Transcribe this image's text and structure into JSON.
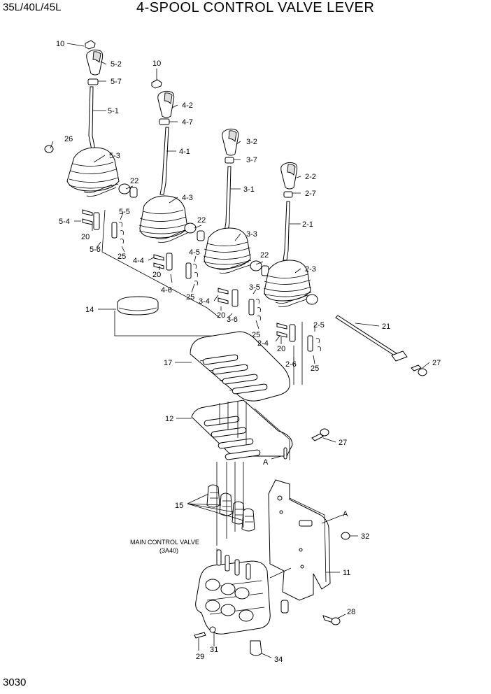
{
  "header": {
    "model": "35L/40L/45L",
    "title": "4-SPOOL CONTROL VALVE LEVER"
  },
  "footer": {
    "page_number": "3030"
  },
  "callouts": {
    "c10a": "10",
    "c10b": "10",
    "c5_2": "5-2",
    "c5_7": "5-7",
    "c5_1": "5-1",
    "c5_3": "5-3",
    "c5_4": "5-4",
    "c5_5": "5-5",
    "c5_6": "5-6",
    "c4_2": "4-2",
    "c4_7": "4-7",
    "c4_1": "4-1",
    "c4_3": "4-3",
    "c4_4": "4-4",
    "c4_5": "4-5",
    "c4_6": "4-6",
    "c3_2": "3-2",
    "c3_7": "3-7",
    "c3_1": "3-1",
    "c3_3": "3-3",
    "c3_4": "3-4",
    "c3_5": "3-5",
    "c3_6": "3-6",
    "c2_2": "2-2",
    "c2_7": "2-7",
    "c2_1": "2-1",
    "c2_3": "2-3",
    "c2_4": "2-4",
    "c2_5": "2-5",
    "c2_6": "2-6",
    "c26": "26",
    "c22a": "22",
    "c22b": "22",
    "c22c": "22",
    "c20a": "20",
    "c20b": "20",
    "c20c": "20",
    "c20d": "20",
    "c25a": "25",
    "c25b": "25",
    "c25c": "25",
    "c25d": "25",
    "c14": "14",
    "c17": "17",
    "c21": "21",
    "c27a": "27",
    "c27b": "27",
    "c12": "12",
    "cAa": "A",
    "cAb": "A",
    "c15": "15",
    "c32": "32",
    "c11": "11",
    "c28": "28",
    "c29": "29",
    "c31": "31",
    "c34": "34"
  },
  "notes": {
    "main_control_valve": "MAIN CONTROL VALVE",
    "main_control_valve_ref": "(3A40)"
  }
}
